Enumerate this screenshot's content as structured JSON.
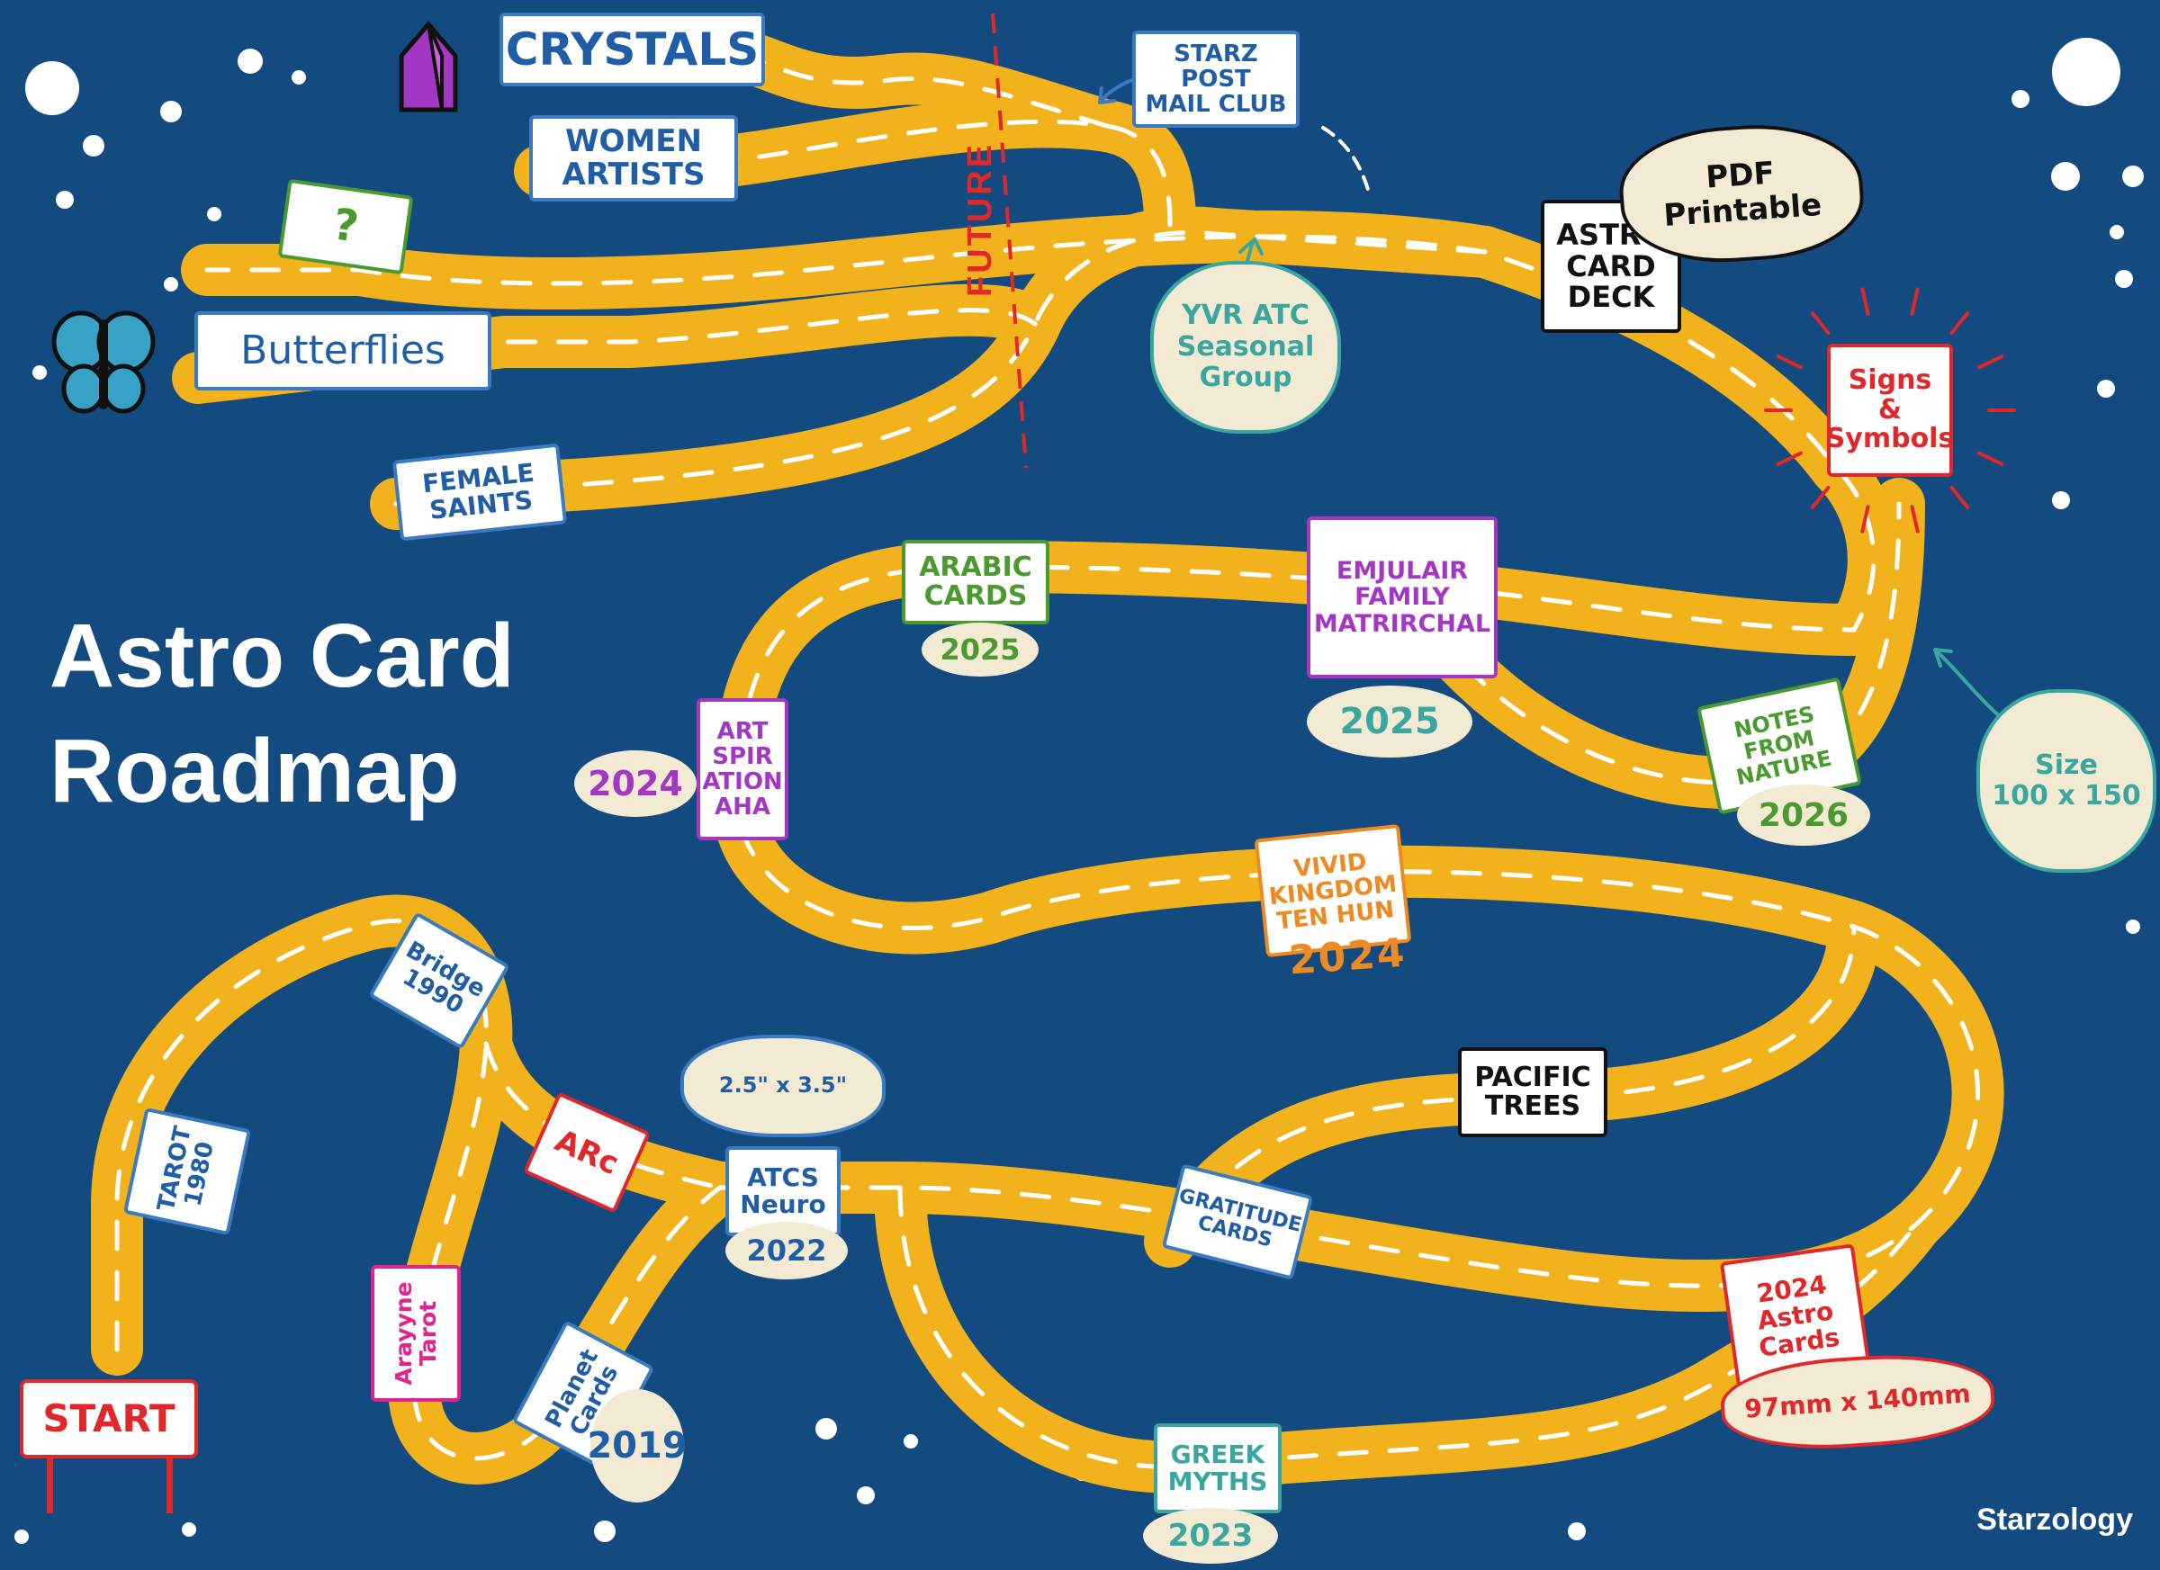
{
  "title": {
    "line1": "Astro Card",
    "line2": "Roadmap"
  },
  "brand": "Starzology",
  "future_label": "FUTURE",
  "start": "START",
  "labels": {
    "crystals": "CRYSTALS",
    "women_artists": "WOMEN\nARTISTS",
    "question": "?",
    "butterflies": "Butterflies",
    "female_saints": "FEMALE\nSAINTS",
    "starz_post": "STARZ\nPOST\nMAIL CLUB",
    "astro_card_deck": "ASTRO\nCARD\nDECK",
    "signs_symbols": "Signs\n&\nSymbols",
    "arabic_cards": "ARABIC\nCARDS",
    "emjulair": "EMJULAIR\nFAMILY\nMATRIRCHAL",
    "art_spiration": "ART\nSPIR\nATION\nAHA",
    "notes_nature": "NOTES\nFROM\nNATURE",
    "vivid_kingdom": "VIVID\nKINGDOM\nTEN HUN",
    "pacific_trees": "PACIFIC\nTREES",
    "bridge": "Bridge\n1990",
    "tarot": "TAROT\n1980",
    "arc": "ARc",
    "atcs_neuro": "ATCS\nNeuro",
    "gratitude": "GRATITUDE\nCARDS",
    "arayyne_tarot": "Arayyne\nTarot",
    "planet_cards": "Planet\nCards",
    "greek_myths": "GREEK\nMYTHS",
    "astro_cards_2024": "2024\nAstro\nCards"
  },
  "years": {
    "arabic": "2025",
    "emjulair": "2025",
    "art_spiration": "2024",
    "notes_nature": "2026",
    "vivid_kingdom": "2024",
    "atcs_neuro": "2022",
    "planet_cards": "2019",
    "greek_myths": "2023"
  },
  "clouds": {
    "pdf": "PDF\nPrintable",
    "yvr": "YVR ATC\nSeasonal\nGroup",
    "size": "Size\n100 x 150",
    "atc_size": "2.5\" x 3.5\"",
    "mm": "97mm x 140mm"
  },
  "colors": {
    "background": "#134a80",
    "road": "#f2b21b",
    "road_dash": "#ffffff",
    "blue": "#1f5ea6",
    "green": "#4a9a2f",
    "purple": "#a436c4",
    "orange": "#ee8a22",
    "red": "#e0282a",
    "black": "#111111",
    "teal": "#3aa6a0",
    "magenta": "#e0238e"
  },
  "icons": [
    "crystal-icon",
    "butterfly-icon",
    "star-dot-icon"
  ]
}
